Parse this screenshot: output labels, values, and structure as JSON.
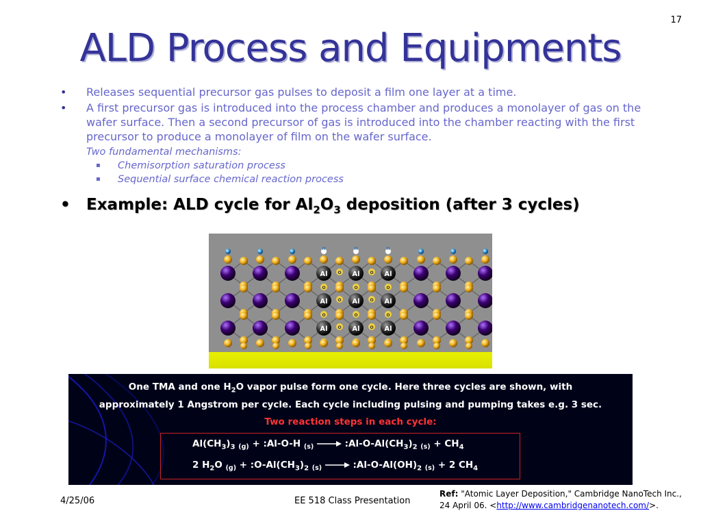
{
  "slide_number": "17",
  "title": "ALD Process and Equipments",
  "bullets": [
    "Releases sequential precursor gas pulses to deposit a film one layer at a time.",
    "A first precursor gas is introduced into the process chamber and produces a monolayer of gas on the wafer surface.  Then a second precursor of gas is introduced into the chamber reacting with the first precursor to produce a monolayer of film on the wafer surface."
  ],
  "mechanisms_heading": "Two fundamental mechanisms:",
  "mechanisms": [
    "Chemisorption saturation process",
    "Sequential surface chemical reaction process"
  ],
  "example": {
    "prefix": "Example: ALD cycle for Al",
    "sub1": "2",
    "mid": "O",
    "sub2": "3",
    "suffix": " deposition (after 3 cycles)"
  },
  "figure_labels": {
    "al": "Al",
    "o": "O",
    "h": "H"
  },
  "info": {
    "line1_prefix": "One TMA and one H",
    "line1_sub": "2",
    "line1_suffix": "O vapor pulse form one cycle. Here three cycles are shown, with",
    "line2": "approximately 1 Angstrom per cycle. Each cycle including pulsing and pumping takes e.g. 3 sec.",
    "steps_heading": "Two reaction steps in each cycle:",
    "eq1": {
      "a": "Al(CH",
      "a_sub": "3",
      "a2": ")",
      "a2_sub": "3",
      "phase1": "(g)",
      "b": " + :Al-O-H ",
      "phase2": "(s)",
      "c": ":Al-O-Al(CH",
      "c_sub": "3",
      "c2": ")",
      "c2_sub": "2",
      "phase3": "(s)",
      "d": "  + CH",
      "d_sub": "4"
    },
    "eq2": {
      "a": "2 H",
      "a_sub": "2",
      "a2": "O ",
      "phase1": "(g)",
      "b": " + :O-Al(CH",
      "b_sub": "3",
      "b2": ")",
      "b2_sub": "2",
      "phase2": "(s)",
      "c": ":Al-O-Al(OH)",
      "c_sub": "2",
      "phase3": "(s)",
      "d": "  + 2 CH",
      "d_sub": "4"
    }
  },
  "footer": {
    "date": "4/25/06",
    "center": "EE 518 Class Presentation",
    "ref_label": "Ref:",
    "ref_text": " \"Atomic Layer Deposition,\" Cambridge NanoTech Inc., 24 April 06. <",
    "ref_link": "http://www.cambridgenanotech.com/",
    "ref_end": ">."
  },
  "colors": {
    "title": "#333399",
    "bullet_text": "#6666cc",
    "substrate": "#e8f000",
    "info_bg": "#000318",
    "heading_red": "#ff3333"
  }
}
